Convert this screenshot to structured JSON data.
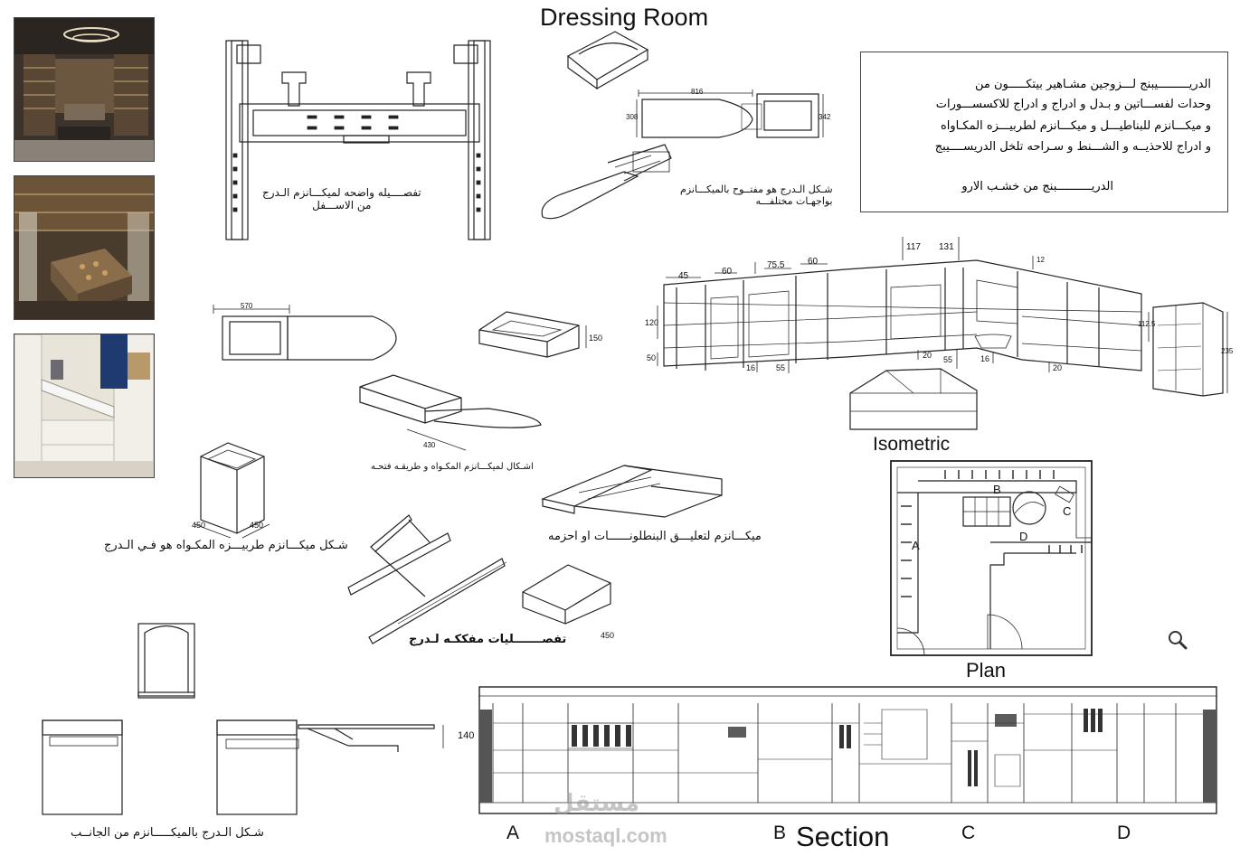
{
  "title": "Dressing Room",
  "notes": {
    "line1": "الدريـــــــــيبنج لـــزوجين مشـاهير بيتكـــــون من",
    "line2": "وحدات لفســـاتين و بـدل و ادراج و ادراج للاكسســـورات",
    "line3": "و ميكـــانزم للبناطيـــل و ميكـــانزم لطربيـــزه المكـاواه",
    "line4": "و ادراج للاحذيــه و الشـــنط و سـراحه تلخل الدريســــيبج",
    "line5": "الدريــــــــــبنج من خشـب الارو"
  },
  "captions": {
    "mechanism_bottom": "تفصــــيله واضحه لميكـــانزم الـدرج\nمن الاســـفل",
    "drawer_open": "شـكل الـدرج هو مفتــوح بالميكـــانزم\nبواجهـات مختلفـــه",
    "ironing_how": "اشـكال لميكـــانزم المكـواه و طريقـه فتحـه",
    "ironing_in_drawer": "شـكل ميكـــانزم طربيـــزه المكـواه هو فـي الـدرج",
    "trousers": "ميكـــانزم لتعليـــق البنطلونــــــات او احزمه",
    "drawer_parts": "تفصـــــــليات مفككـه لـدرج",
    "side_view": "شـكل الـدرج بالميكـــــانزم من الجانــب"
  },
  "labels": {
    "isometric": "Isometric",
    "plan": "Plan",
    "section": "Section",
    "sec_a": "A",
    "sec_b": "B",
    "sec_c": "C",
    "sec_d": "D",
    "plan_a": "A",
    "plan_b": "B",
    "plan_c": "C",
    "plan_d": "D"
  },
  "dims": {
    "d816": "816",
    "d308": "308",
    "d342": "342",
    "d570": "570",
    "d150": "150",
    "d430": "430",
    "d450a": "450",
    "d450b": "450",
    "d450c": "450",
    "d140": "140",
    "d45": "45",
    "d60a": "60",
    "d75": "75.5",
    "d60b": "60",
    "d117": "117",
    "d131": "131",
    "d12": "12",
    "d120": "120",
    "d50": "50",
    "d16a": "16",
    "d55a": "55",
    "d20a": "20",
    "d55b": "55",
    "d16b": "16",
    "d20b": "20",
    "d112": "112.5",
    "d235": "235"
  },
  "watermark": {
    "arabic": "مستقل",
    "latin": "mostaql.com"
  },
  "icons": {
    "zoom": "magnifier-icon"
  }
}
